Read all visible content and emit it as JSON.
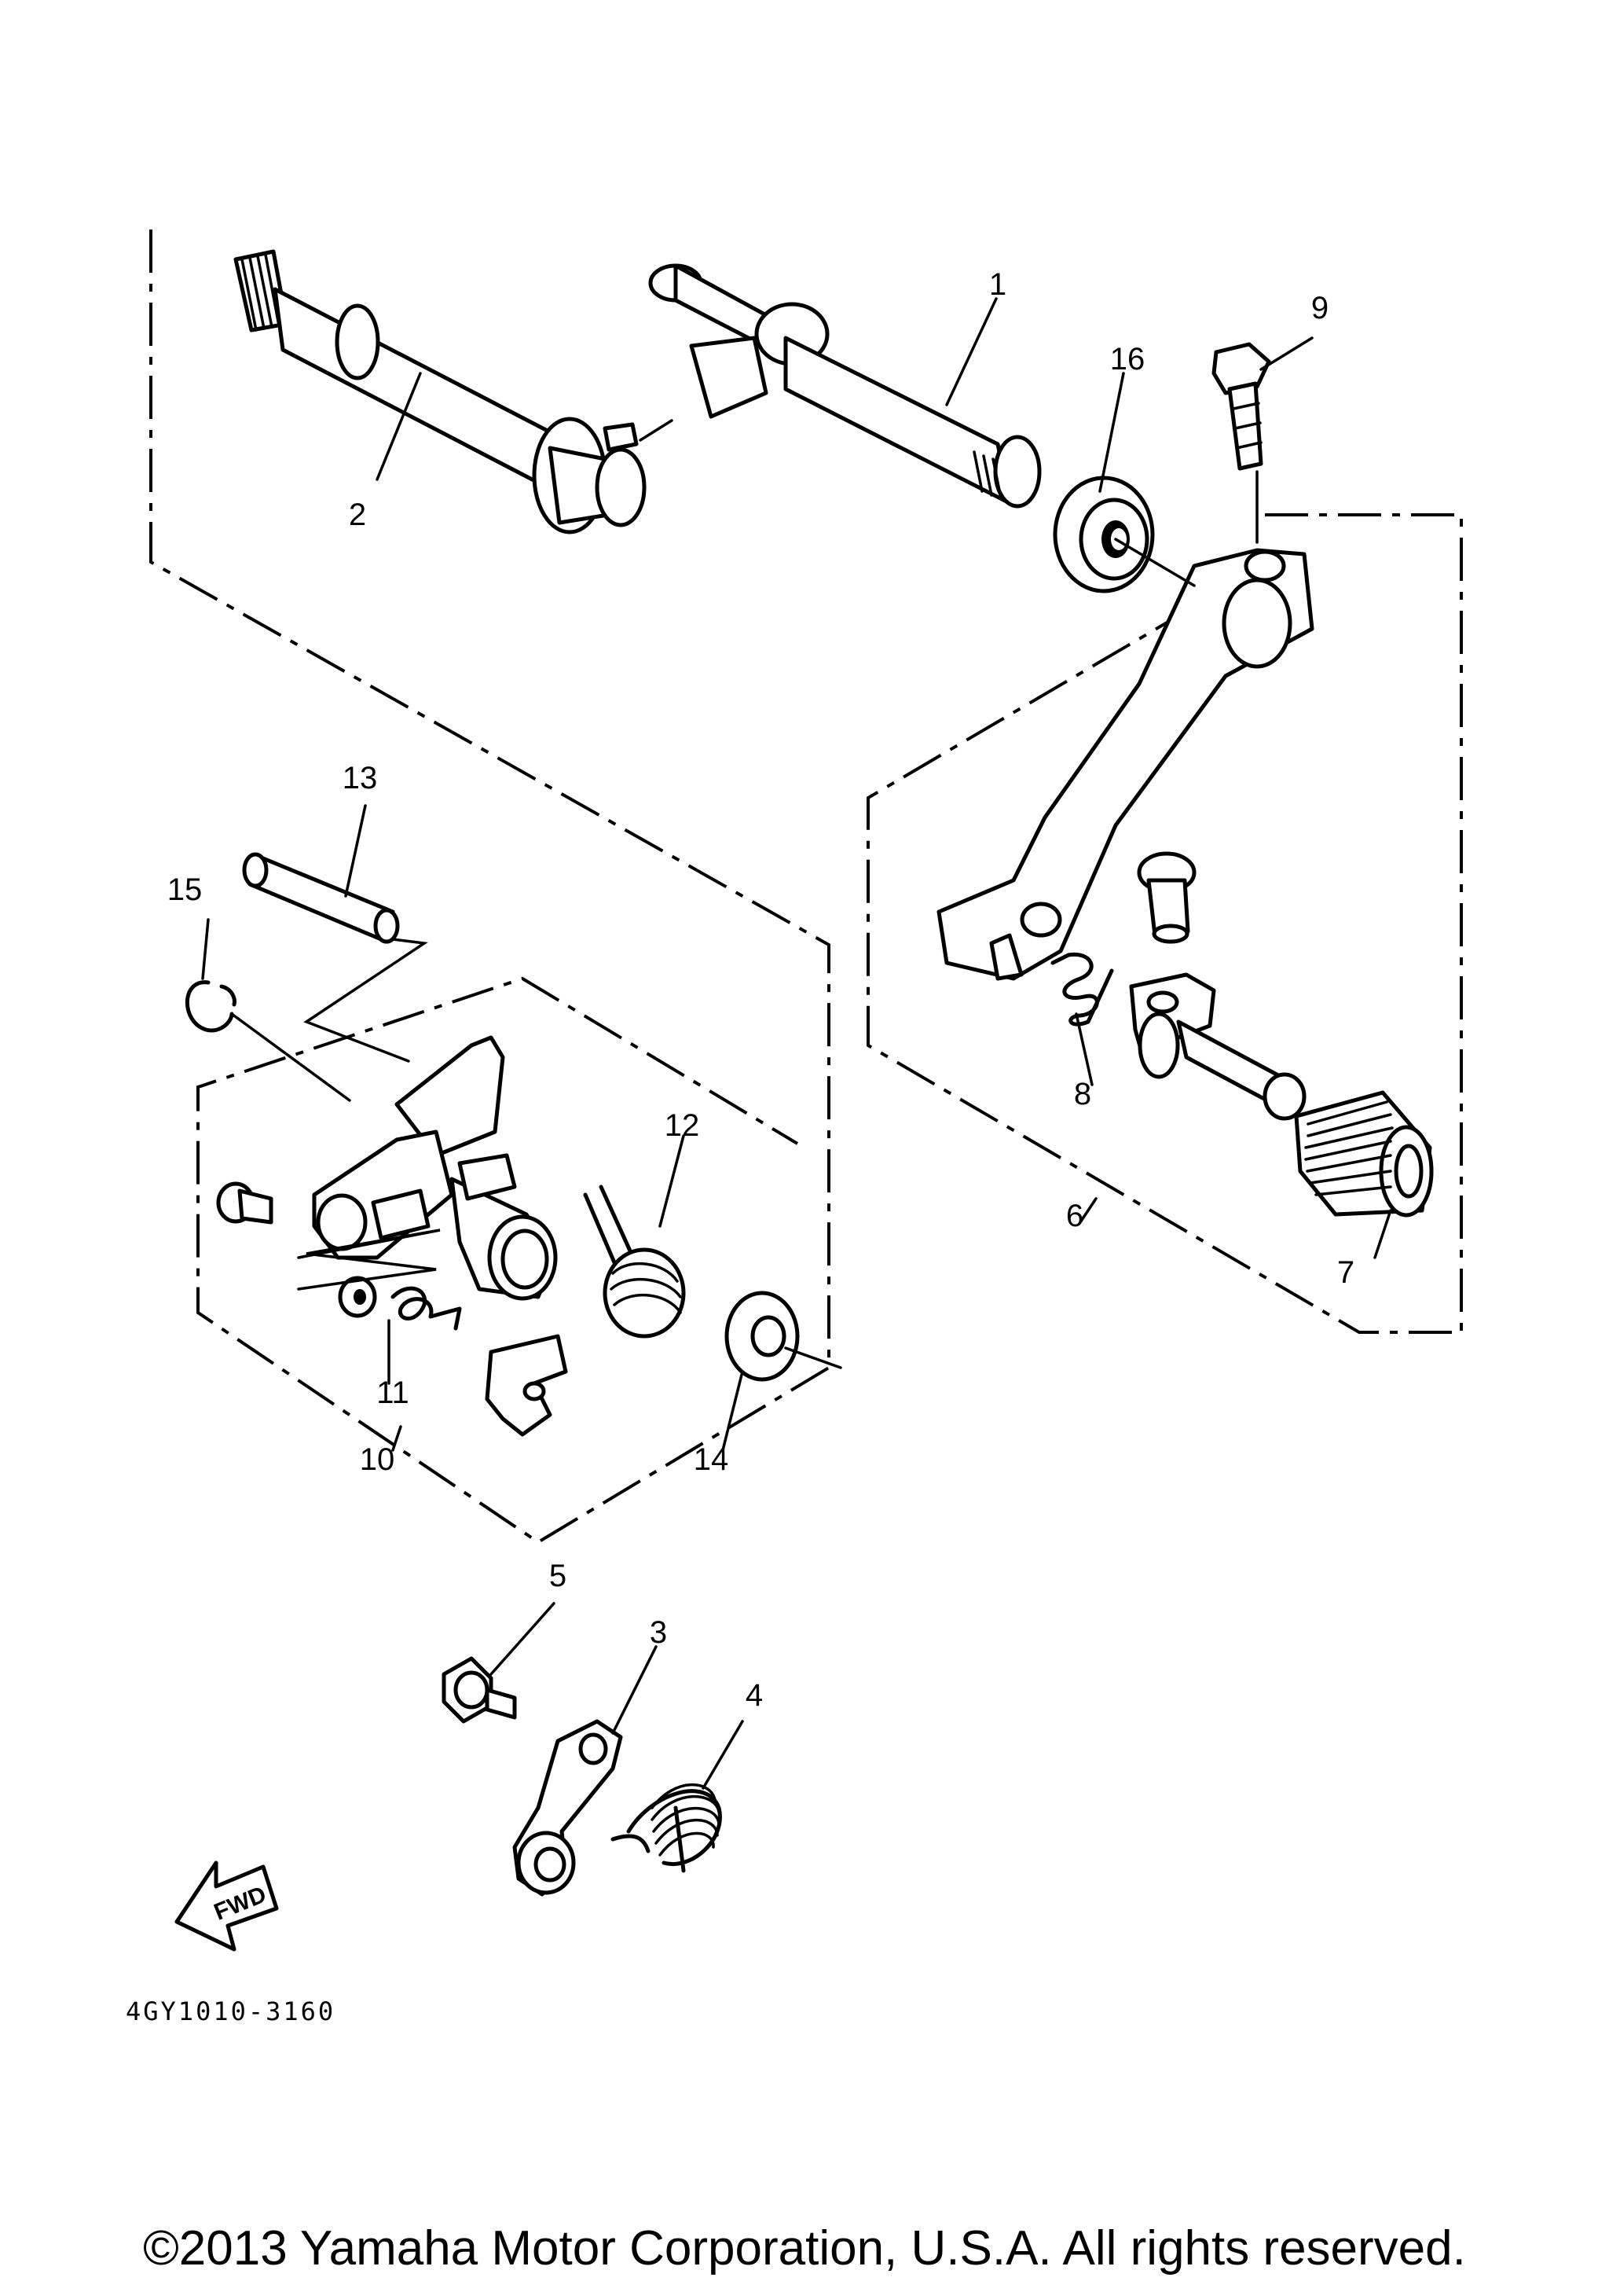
{
  "diagram": {
    "callouts": [
      "1",
      "2",
      "3",
      "4",
      "5",
      "6",
      "7",
      "8",
      "9",
      "10",
      "11",
      "12",
      "13",
      "14",
      "15",
      "16"
    ],
    "fwd_label": "FWD",
    "part_code": "4GY1010-3160"
  },
  "footer": {
    "copyright": "©2013 Yamaha Motor Corporation, U.S.A. All rights reserved."
  }
}
